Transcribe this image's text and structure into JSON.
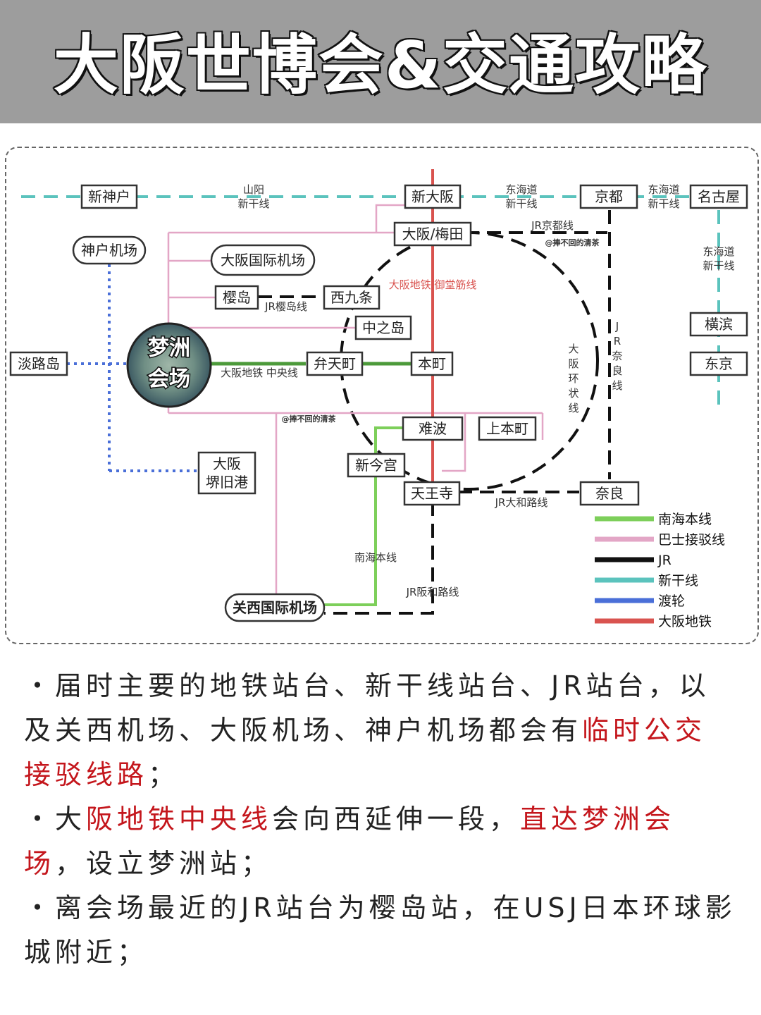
{
  "header": {
    "title": "大阪世博会&交通攻略"
  },
  "map": {
    "stations": {
      "shin_kobe": "新神户",
      "shin_osaka": "新大阪",
      "kyoto": "京都",
      "nagoya": "名古屋",
      "osaka_umeda": "大阪/梅田",
      "kobe_airport": "神户机场",
      "itami_airport": "大阪国际机场",
      "sakurajima": "樱岛",
      "nishikujo": "西九条",
      "nakanoshima": "中之岛",
      "yumeshima_1": "梦洲",
      "yumeshima_2": "会场",
      "awaji": "淡路岛",
      "bentencho": "弁天町",
      "hommachi": "本町",
      "yokohama": "横滨",
      "tokyo": "东京",
      "namba": "难波",
      "uehommachi": "上本町",
      "shin_imamiya": "新今宫",
      "sakai_1": "大阪",
      "sakai_2": "堺旧港",
      "tennoji": "天王寺",
      "nara": "奈良",
      "kix": "关西国际机场"
    },
    "line_labels": {
      "sanyo_1": "山阳",
      "sanyo_2": "新干线",
      "tokaido_a1": "东海道",
      "tokaido_a2": "新干线",
      "tokaido_b1": "东海道",
      "tokaido_b2": "新干线",
      "tokaido_c1": "东海道",
      "tokaido_c2": "新干线",
      "jr_kyoto": "JR京都线",
      "watermark_1": "@捧不回的清茶",
      "midosuji": "大阪地铁 御堂筋线",
      "jr_sakurajima": "JR樱岛线",
      "chuo": "大阪地铁 中央线",
      "watermark_2": "@捧不回的清茶",
      "jr_yamatoji": "JR大和路线",
      "nankai": "南海本线",
      "jr_hanwa": "JR阪和路线",
      "loop_1": "大",
      "loop_2": "阪",
      "loop_3": "环",
      "loop_4": "状",
      "loop_5": "线",
      "nara_1": "J",
      "nara_2": "R",
      "nara_3": "奈",
      "nara_4": "良",
      "nara_5": "线"
    },
    "legend": [
      {
        "label": "南海本线",
        "color": "#7dcf5a"
      },
      {
        "label": "巴士接驳线",
        "color": "#e3a6c6"
      },
      {
        "label": "JR",
        "color": "#111111"
      },
      {
        "label": "新干线",
        "color": "#5bc3bd"
      },
      {
        "label": "渡轮",
        "color": "#4a6fd8"
      },
      {
        "label": "大阪地铁",
        "color": "#d9534f"
      }
    ]
  },
  "bullets": {
    "b1_a": "・届时主要的地铁站台、新干线站台、JR站台，以及关西机场、大阪机场、神户机场都会有",
    "b1_red": "临时公交接驳线路",
    "b1_c": "；",
    "b2_a": "・大",
    "b2_red1": "阪地铁中央线",
    "b2_b": "会向西延伸一段，",
    "b2_red2": "直达梦洲会场",
    "b2_c": "，设立梦洲站；",
    "b3": "・离会场最近的JR站台为樱岛站，在USJ日本环球影城附近；"
  }
}
